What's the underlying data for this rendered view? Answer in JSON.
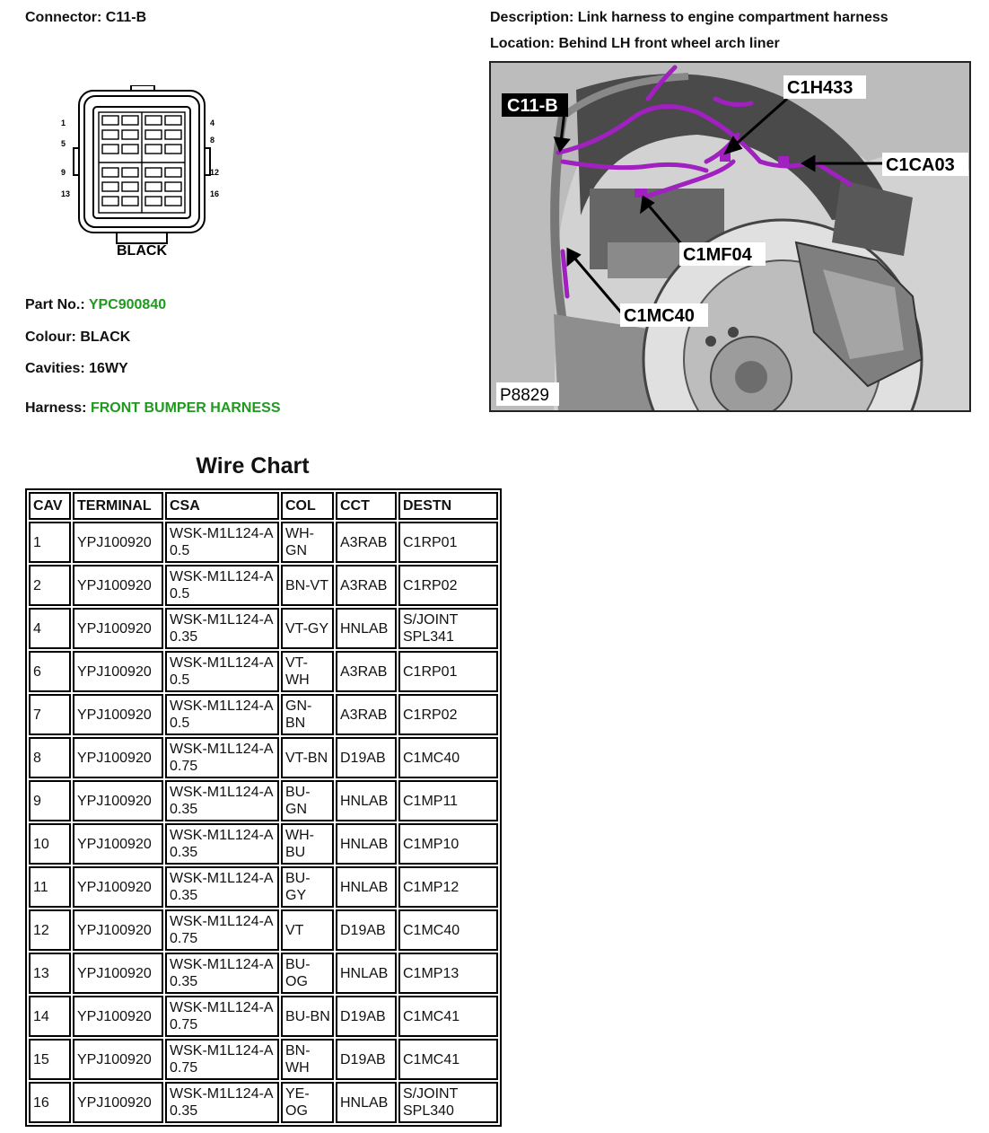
{
  "connector": {
    "label": "Connector:",
    "value": "C11-B"
  },
  "description": {
    "label": "Description:",
    "value": "Link harness to engine compartment harness"
  },
  "location": {
    "label": "Location:",
    "value": "Behind LH front wheel arch liner"
  },
  "diagram": {
    "color_label": "BLACK",
    "pin_labels": [
      "1",
      "4",
      "5",
      "8",
      "9",
      "12",
      "13",
      "16"
    ]
  },
  "part_no": {
    "label": "Part No.:",
    "value": "YPC900840"
  },
  "colour": {
    "label": "Colour:",
    "value": "BLACK"
  },
  "cavities": {
    "label": "Cavities:",
    "value": "16WY"
  },
  "harness": {
    "label": "Harness:",
    "value": "FRONT BUMPER HARNESS"
  },
  "photo": {
    "ref": "P8829",
    "callouts": [
      "C11-B",
      "C1H433",
      "C1CA03",
      "C1MF04",
      "C1MC40"
    ]
  },
  "wire_chart": {
    "title": "Wire Chart",
    "headers": [
      "CAV",
      "TERMINAL",
      "CSA",
      "COL",
      "CCT",
      "DESTN"
    ],
    "rows": [
      [
        "1",
        "YPJ100920",
        "WSK-M1L124-A 0.5",
        "WH-GN",
        "A3RAB",
        "C1RP01"
      ],
      [
        "2",
        "YPJ100920",
        "WSK-M1L124-A 0.5",
        "BN-VT",
        "A3RAB",
        "C1RP02"
      ],
      [
        "4",
        "YPJ100920",
        "WSK-M1L124-A 0.35",
        "VT-GY",
        "HNLAB",
        "S/JOINT SPL341"
      ],
      [
        "6",
        "YPJ100920",
        "WSK-M1L124-A 0.5",
        "VT-WH",
        "A3RAB",
        "C1RP01"
      ],
      [
        "7",
        "YPJ100920",
        "WSK-M1L124-A 0.5",
        "GN-BN",
        "A3RAB",
        "C1RP02"
      ],
      [
        "8",
        "YPJ100920",
        "WSK-M1L124-A 0.75",
        "VT-BN",
        "D19AB",
        "C1MC40"
      ],
      [
        "9",
        "YPJ100920",
        "WSK-M1L124-A 0.35",
        "BU-GN",
        "HNLAB",
        "C1MP11"
      ],
      [
        "10",
        "YPJ100920",
        "WSK-M1L124-A 0.35",
        "WH-BU",
        "HNLAB",
        "C1MP10"
      ],
      [
        "11",
        "YPJ100920",
        "WSK-M1L124-A 0.35",
        "BU-GY",
        "HNLAB",
        "C1MP12"
      ],
      [
        "12",
        "YPJ100920",
        "WSK-M1L124-A 0.75",
        "VT",
        "D19AB",
        "C1MC40"
      ],
      [
        "13",
        "YPJ100920",
        "WSK-M1L124-A 0.35",
        "BU-OG",
        "HNLAB",
        "C1MP13"
      ],
      [
        "14",
        "YPJ100920",
        "WSK-M1L124-A 0.75",
        "BU-BN",
        "D19AB",
        "C1MC41"
      ],
      [
        "15",
        "YPJ100920",
        "WSK-M1L124-A 0.75",
        "BN-WH",
        "D19AB",
        "C1MC41"
      ],
      [
        "16",
        "YPJ100920",
        "WSK-M1L124-A 0.35",
        "YE-OG",
        "HNLAB",
        "S/JOINT SPL340"
      ]
    ]
  },
  "colors": {
    "link_green": "#1f9a1f",
    "harness_purple": "#a020c0"
  }
}
